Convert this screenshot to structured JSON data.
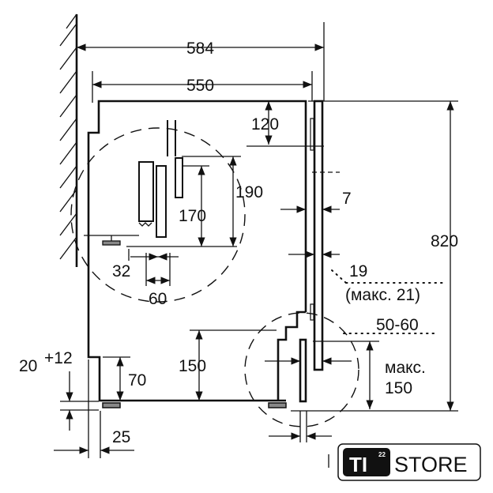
{
  "diagram": {
    "dimensions": {
      "overall_depth": "584",
      "cabinet_depth": "550",
      "top_gap": "120",
      "vent_190": "190",
      "vent_170": "170",
      "door_gap": "7",
      "height": "820",
      "detail_32": "32",
      "detail_60": "60",
      "door_thickness": "19",
      "door_thickness_max": "(макс. 21)",
      "plinth_recess": "50-60",
      "plinth_height_left": "150",
      "plinth_max_label": "макс.",
      "plinth_max_value": "150",
      "foot_height": "70",
      "adjustment_base": "20",
      "adjustment_plus": "+12",
      "wall_gap": "25"
    }
  },
  "watermark": {
    "logo_mark": "TI",
    "logo_superscript": "22",
    "logo_text": "STORE"
  }
}
